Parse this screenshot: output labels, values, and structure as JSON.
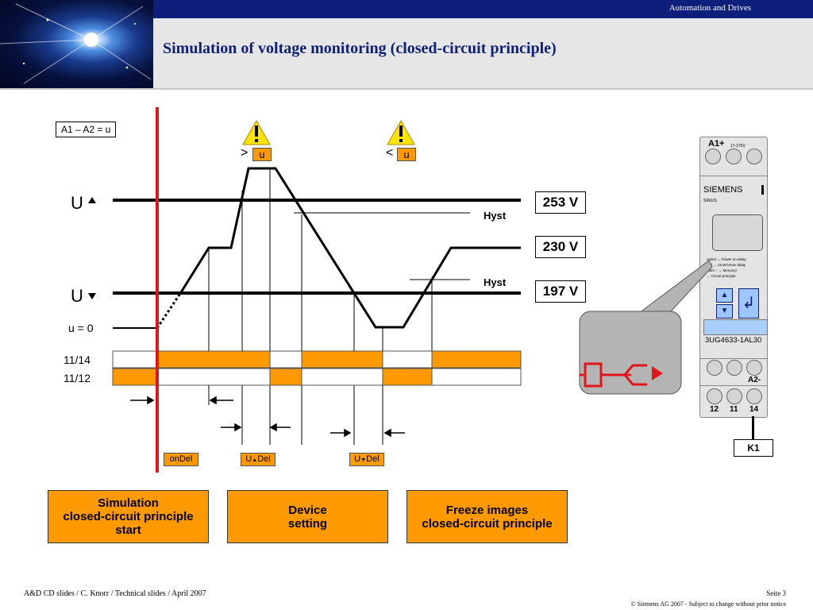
{
  "header": {
    "brand": "Automation and Drives",
    "title": "Simulation of voltage monitoring (closed-circuit principle)"
  },
  "diagram": {
    "supply_label": "A1 – A2 = u",
    "over_label": "u",
    "under_label": "u",
    "over_sign": ">",
    "under_sign": "<",
    "u_upper": "U",
    "u_lower": "U",
    "u_zero": "u = 0",
    "contact_1": "11/14",
    "contact_2": "11/12",
    "hyst_1": "Hyst",
    "hyst_2": "Hyst",
    "v_high": "253 V",
    "v_mid": "230 V",
    "v_low": "197 V",
    "ondel": "onDel",
    "u_up_del": "Del",
    "u_down_del": "Del",
    "u_up_del_prefix": "U",
    "u_down_del_prefix": "U"
  },
  "device": {
    "a1": "A1+",
    "a1_rating": "17-275V",
    "brand": "SIEMENS",
    "series": "SIRIUS",
    "settings": [
      "onDel → Power on delay",
      "Del → Umin/Umax delay",
      "Mem ↑ → Memory!",
      "→ Circuit principle"
    ],
    "order_no": "3UG4633-1AL30",
    "a2": "A2-",
    "terminals": [
      "12",
      "11",
      "14"
    ],
    "k1": "K1"
  },
  "buttons": {
    "start": [
      "Simulation",
      "closed-circuit principle",
      "start"
    ],
    "setting": [
      "Device",
      "setting"
    ],
    "freeze": [
      "Freeze images",
      "closed-circuit principle"
    ]
  },
  "footer": {
    "left": "A&D CD slides / C. Knorr / Technical slides / April 2007",
    "page": "Seite 3",
    "copyright": "© Siemens AG 2007 - Subject to change without prior notice"
  },
  "colors": {
    "navy": "#0d1f7a",
    "orange": "#fe9a00",
    "red": "#e0161c"
  }
}
